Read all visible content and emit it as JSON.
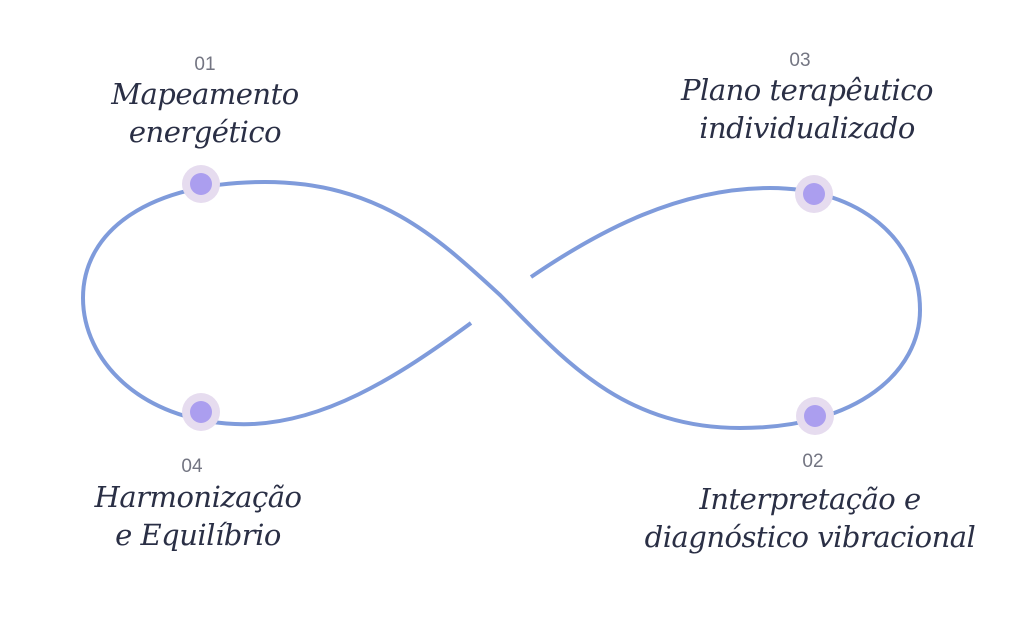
{
  "colors": {
    "line": "#7f9bdb",
    "dot": "#ab9eef",
    "halo": "#e6dcef",
    "text": "#2a2f45",
    "number": "#737582"
  },
  "steps": [
    {
      "number": "01",
      "lines": [
        "Mapeamento",
        "energético"
      ]
    },
    {
      "number": "02",
      "lines": [
        "Interpretação e",
        "diagnóstico vibracional"
      ]
    },
    {
      "number": "03",
      "lines": [
        "Plano terapêutico",
        "individualizado"
      ]
    },
    {
      "number": "04",
      "lines": [
        "Harmonização",
        "e Equilíbrio"
      ]
    }
  ]
}
